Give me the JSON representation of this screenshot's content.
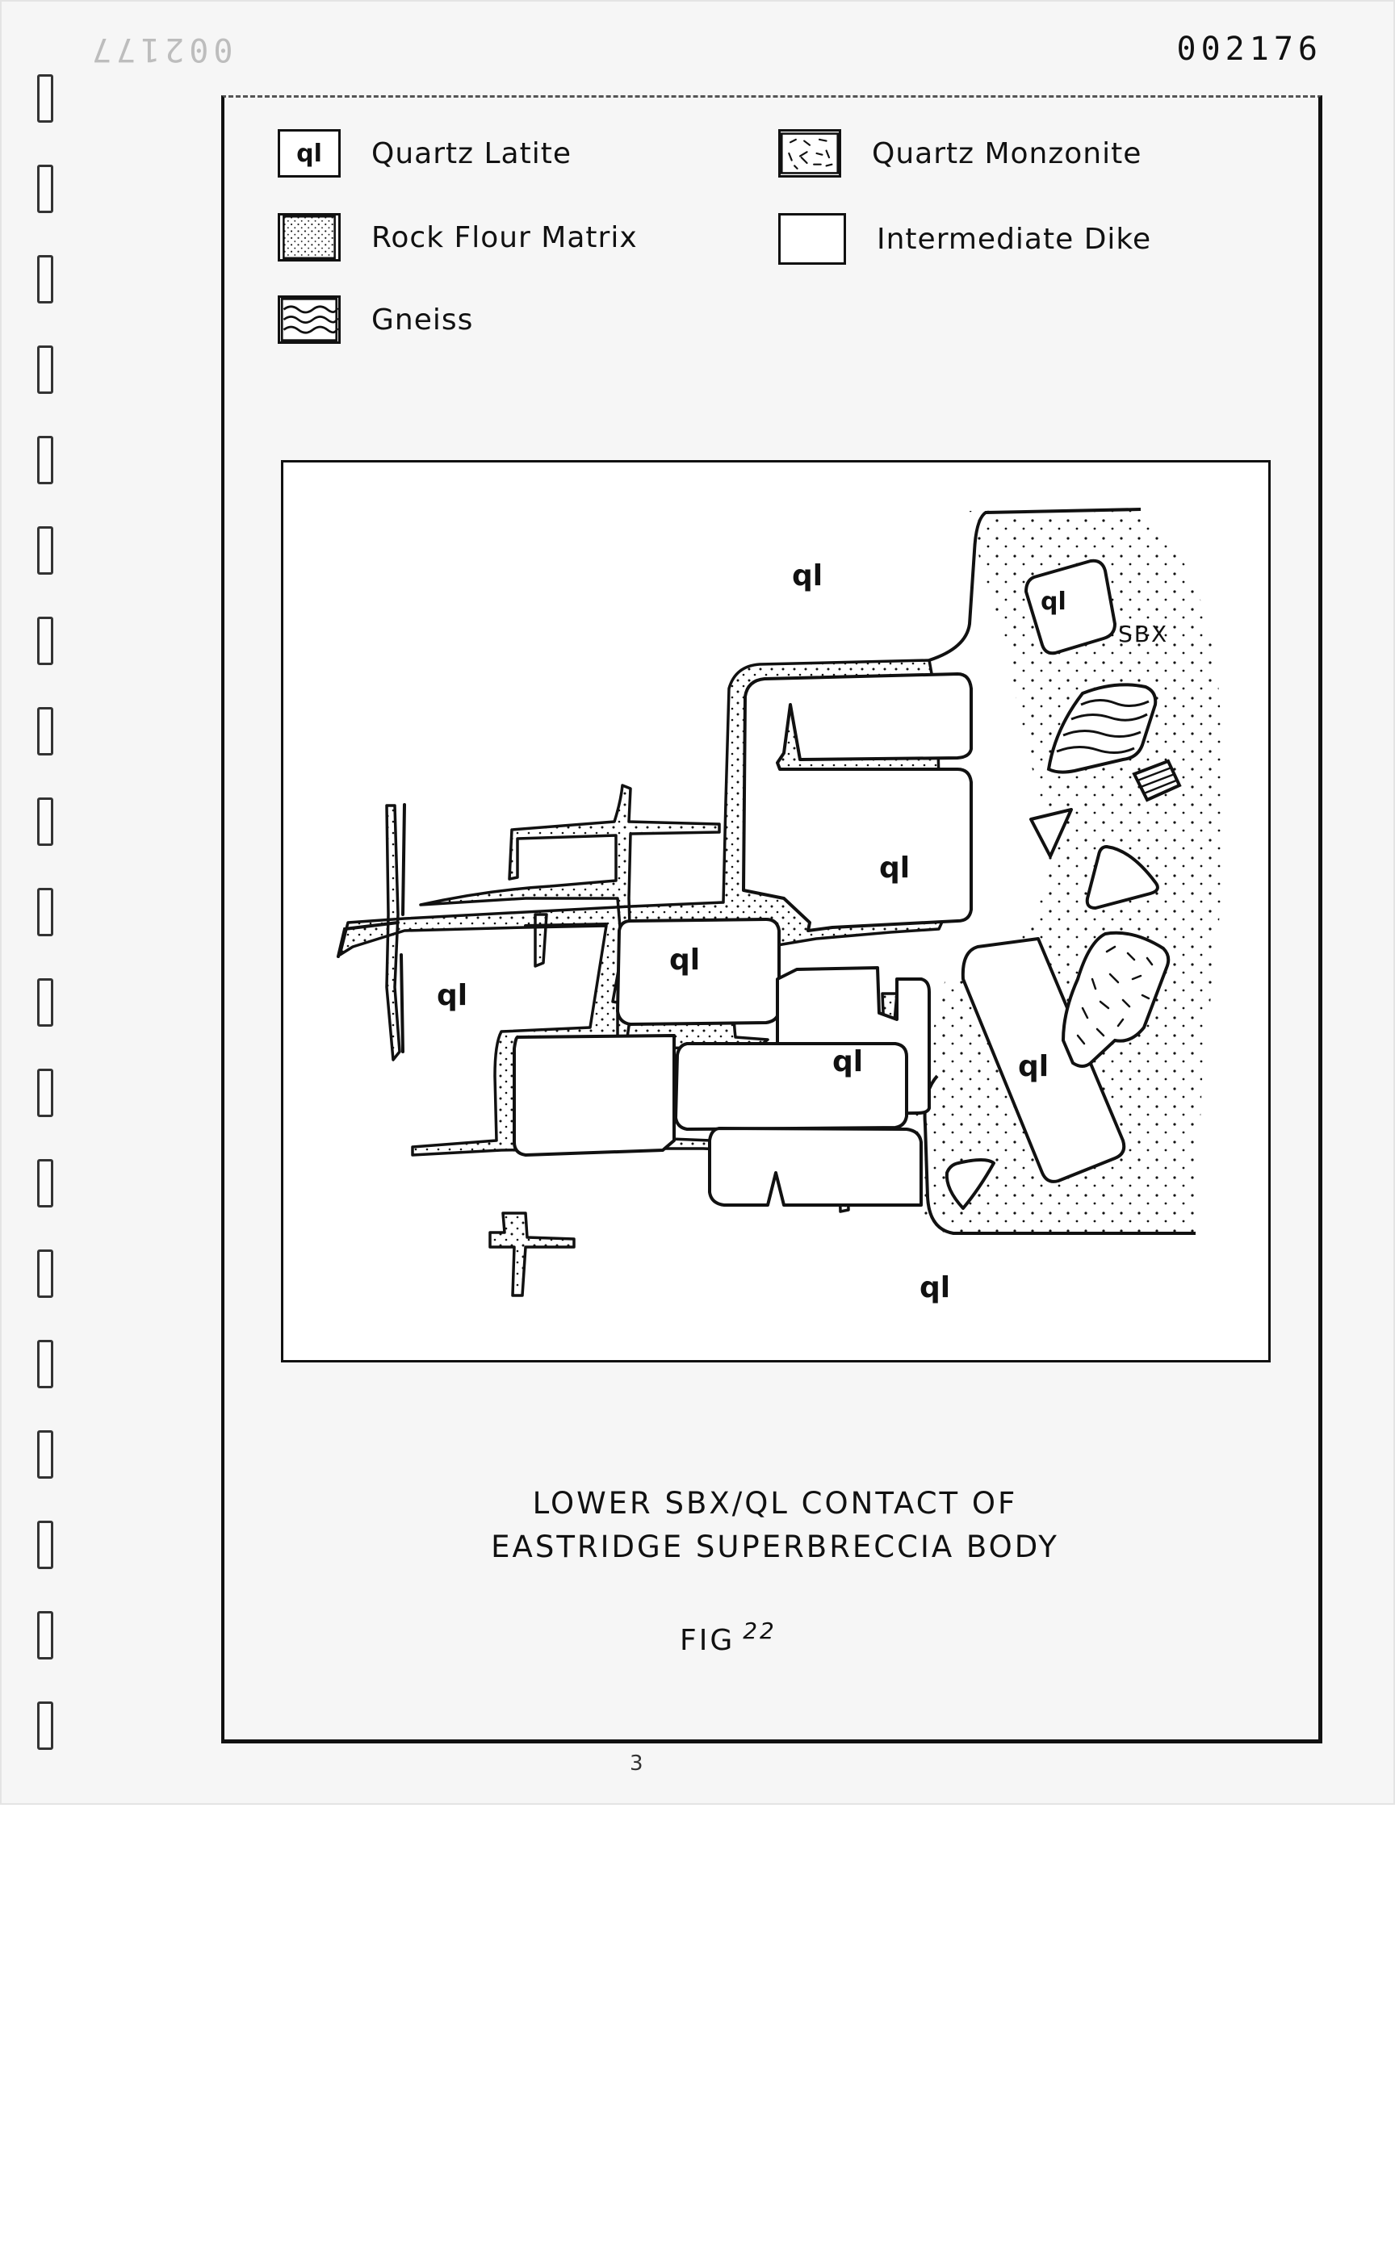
{
  "document": {
    "ref_top": "002176",
    "ref_ghost": "002177"
  },
  "legend": {
    "items": [
      {
        "key": "ql",
        "swatch_text": "ql",
        "label": "Quartz Latite"
      },
      {
        "key": "quartz-monzonite",
        "label": "Quartz Monzonite"
      },
      {
        "key": "rock-flour",
        "label": "Rock Flour Matrix"
      },
      {
        "key": "intermediate-dike",
        "label": "Intermediate Dike"
      },
      {
        "key": "gneiss",
        "label": "Gneiss"
      }
    ]
  },
  "map": {
    "ql_label": "ql",
    "sbx_label": "SBX"
  },
  "caption": {
    "line1": "LOWER SBX/QL CONTACT OF",
    "line2": "EASTRIDGE SUPERBRECCIA BODY",
    "fig_label": "FIG",
    "fig_number": "22"
  },
  "page_mark": "3"
}
